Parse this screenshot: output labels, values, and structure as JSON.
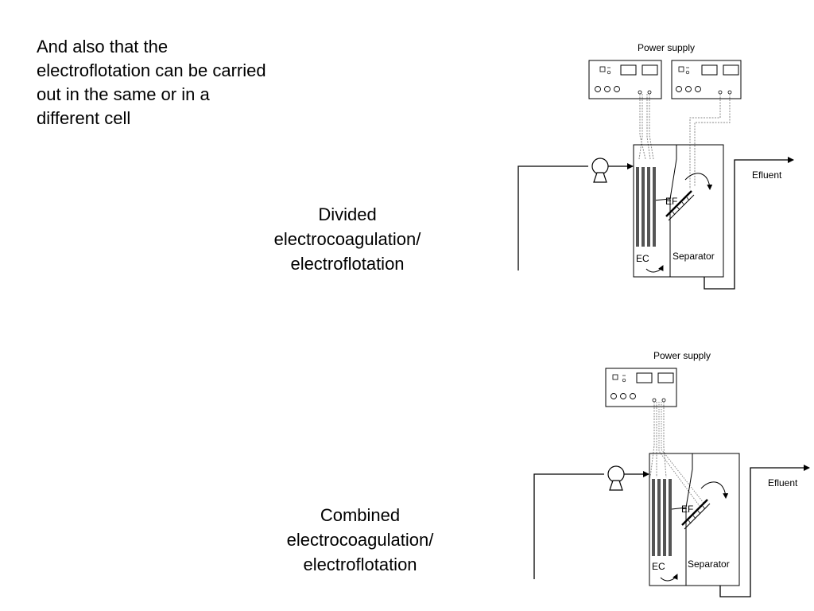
{
  "intro": {
    "lines": [
      "And also that the",
      "electroflotation can be carried",
      "out in the same or in a",
      "different cell"
    ]
  },
  "divided": {
    "caption_lines": [
      "Divided",
      "electrocoagulation/",
      "electroflotation"
    ],
    "power_supply_label": "Power supply",
    "effluent_label": "Efluent",
    "ef_label": "EF",
    "ec_label": "EC",
    "separator_label": "Separator"
  },
  "combined": {
    "caption_lines": [
      "Combined",
      "electrocoagulation/",
      "electroflotation"
    ],
    "power_supply_label": "Power supply",
    "effluent_label": "Efluent",
    "ef_label": "EF",
    "ec_label": "EC",
    "separator_label": "Separator"
  }
}
